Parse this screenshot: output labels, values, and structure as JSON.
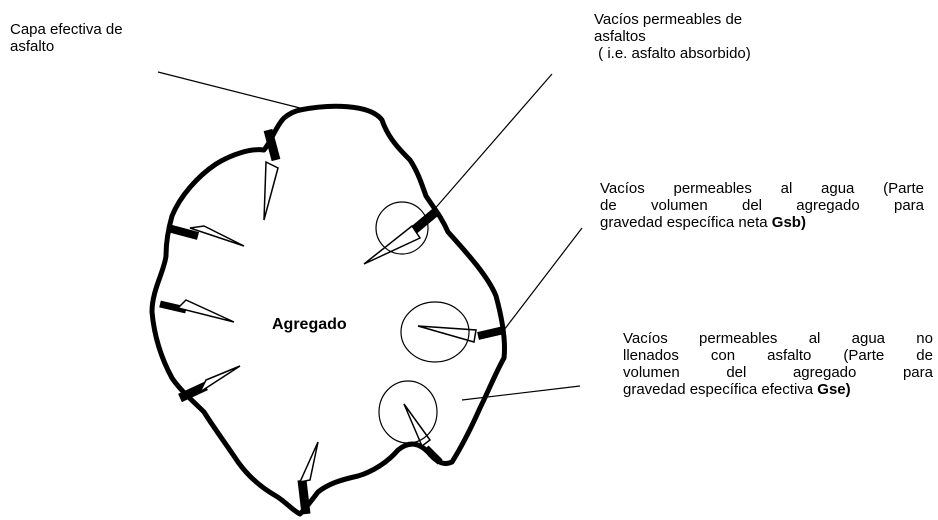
{
  "labels": {
    "capa": {
      "line1": "Capa efectiva de",
      "line2": "asfalto"
    },
    "vacios_asfalto": {
      "line1": "Vacíos permeables de",
      "line2": "asfaltos",
      "line3": " ( i.e. asfalto absorbido)"
    },
    "vacios_agua": {
      "line1": "Vacíos permeables al agua (Parte",
      "line2": "de volumen del agregado  para",
      "line3_text": "gravedad específica neta ",
      "line3_bold": "Gsb)"
    },
    "vacios_no_llenados": {
      "line1": "Vacíos permeables al agua no",
      "line2": "llenados con asfalto (Parte de",
      "line3": "volumen del agregado   para",
      "line4_text": "gravedad específica efectiva ",
      "line4_bold": "Gse)"
    },
    "agregado": "Agregado"
  },
  "colors": {
    "ink": "#000000",
    "background": "#ffffff"
  }
}
